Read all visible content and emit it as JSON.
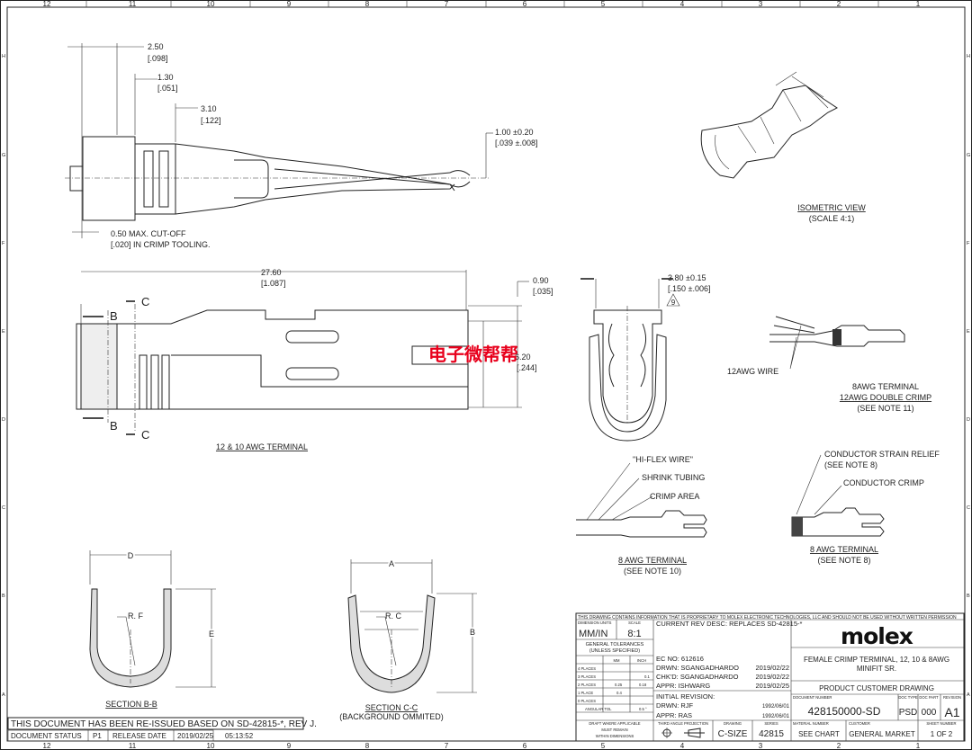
{
  "border": {
    "columns": [
      "12",
      "11",
      "10",
      "9",
      "8",
      "7",
      "6",
      "5",
      "4",
      "3",
      "2",
      "1"
    ],
    "rows": [
      "H",
      "G",
      "F",
      "E",
      "D",
      "C",
      "B",
      "A"
    ]
  },
  "top_view": {
    "dims": [
      "2.50",
      "[.098]",
      "1.30",
      "[.051]",
      "3.10",
      "[.122]",
      "1.00 ±0.20",
      "[.039 ±.008]",
      "0.50  MAX. CUT-OFF",
      "[.020] IN CRIMP TOOLING."
    ]
  },
  "side_view": {
    "dims": [
      "27.60",
      "[1.087]",
      "0.90",
      "[.035]",
      "6.20",
      "[.244]"
    ],
    "section_marks": [
      "B",
      "B",
      "C",
      "C"
    ],
    "label": "12 & 10 AWG TERMINAL"
  },
  "end_view": {
    "dims": [
      "3.80 ±0.15",
      "[.150 ±.006]"
    ],
    "note_flag": "9"
  },
  "isometric": {
    "title": "ISOMETRIC VIEW",
    "scale": "(SCALE 4:1)"
  },
  "wire_view_12": {
    "callout": "12AWG WIRE",
    "title": "8AWG TERMINAL",
    "subtitle": "12AWG DOUBLE CRIMP",
    "note": "(SEE NOTE 11)"
  },
  "hiflex_view": {
    "callouts": [
      "\"HI-FLEX WIRE\"",
      "SHRINK TUBING",
      "CRIMP AREA"
    ],
    "title": "8 AWG TERMINAL",
    "note": "(SEE NOTE 10)"
  },
  "strain_view": {
    "callouts": [
      "CONDUCTOR STRAIN RELIEF",
      "(SEE NOTE 8)",
      "CONDUCTOR CRIMP"
    ],
    "title": "8 AWG TERMINAL",
    "note": "(SEE NOTE 8)"
  },
  "section_bb": {
    "dims": [
      "D",
      "E",
      "R. F"
    ],
    "title": "SECTION B-B"
  },
  "section_cc": {
    "dims": [
      "A",
      "B",
      "R. C"
    ],
    "title": "SECTION C-C",
    "subtitle": "(BACKGROUND OMMITED)"
  },
  "watermark": "电子微帮帮",
  "reissue_note": "THIS DOCUMENT HAS BEEN RE-ISSUED BASED ON SD-42815-*, REV J.",
  "status_bar": {
    "status_label": "DOCUMENT STATUS",
    "status": "P1",
    "release_label": "RELEASE DATE",
    "date": "2019/02/25",
    "time": "05:13:52"
  },
  "title_block": {
    "proprietary": "THIS DRAWING CONTAINS INFORMATION THAT IS PROPRIETARY TO MOLEX ELECTRONIC TECHNOLOGIES, LLC AND SHOULD NOT BE USED WITHOUT WRITTEN PERMISSION",
    "dim_units_label": "DIMENSION UNITS",
    "dim_units": "MM/IN",
    "scale_label": "SCALE",
    "scale": "8:1",
    "tol_title": "GENERAL TOLERANCES",
    "tol_sub": "(UNLESS SPECIFIED)",
    "tol_headers": [
      "MM",
      "INCH"
    ],
    "tol_rows": [
      {
        "label": "4 PLACES",
        "mm": "",
        "inch": ""
      },
      {
        "label": "3 PLACES",
        "mm": "",
        "inch": "0.1"
      },
      {
        "label": "2 PLACES",
        "mm": "0.25",
        "inch": "0.18"
      },
      {
        "label": "1 PLACE",
        "mm": "0.4",
        "inch": ""
      },
      {
        "label": "0 PLACES",
        "mm": "",
        "inch": ""
      }
    ],
    "angular_label": "ANGULAR TOL",
    "angular": "0.5 °",
    "draft": [
      "DRAFT WHERE APPLICABLE",
      "MUST REMAIN",
      "WITHIN DIMENSIONS"
    ],
    "current_rev": "CURRENT REV DESC: REPLACES SD-42815-*",
    "ec_no": "EC NO:  612616",
    "drwn": "DRWN:  SGANGADHARDO",
    "drwn_date": "2019/02/22",
    "chkd": "CHK'D:  SGANGADHARDO",
    "chkd_date": "2019/02/22",
    "appr": "APPR:  ISHWARG",
    "appr_date": "2019/02/25",
    "initial_rev": "INITIAL REVISION:",
    "init_drwn": "DRWN:  RJF",
    "init_drwn_date": "1992/06/01",
    "init_appr": "APPR:  RAS",
    "init_appr_date": "1992/06/01",
    "projection_label": "THIRD ANGLE PROJECTION",
    "drawing_label": "DRAWING",
    "drawing": "C-SIZE",
    "series_label": "SERIES",
    "series": "42815",
    "logo": "molex",
    "description": [
      "FEMALE CRIMP TERMINAL, 12, 10 & 8AWG",
      "MINIFIT SR."
    ],
    "drawing_type": "PRODUCT CUSTOMER DRAWING",
    "doc_number_label": "DOCUMENT NUMBER",
    "doc_number": "428150000-SD",
    "doc_type_label": "DOC TYPE",
    "doc_type": "PSD",
    "doc_part_label": "DOC PART",
    "doc_part": "000",
    "revision_label": "REVISION",
    "revision": "A1",
    "material_label": "MATERIAL NUMBER",
    "material": "SEE CHART",
    "customer_label": "CUSTOMER",
    "customer": "GENERAL MARKET",
    "sheet_label": "SHEET NUMBER",
    "sheet": "1 OF 2"
  }
}
